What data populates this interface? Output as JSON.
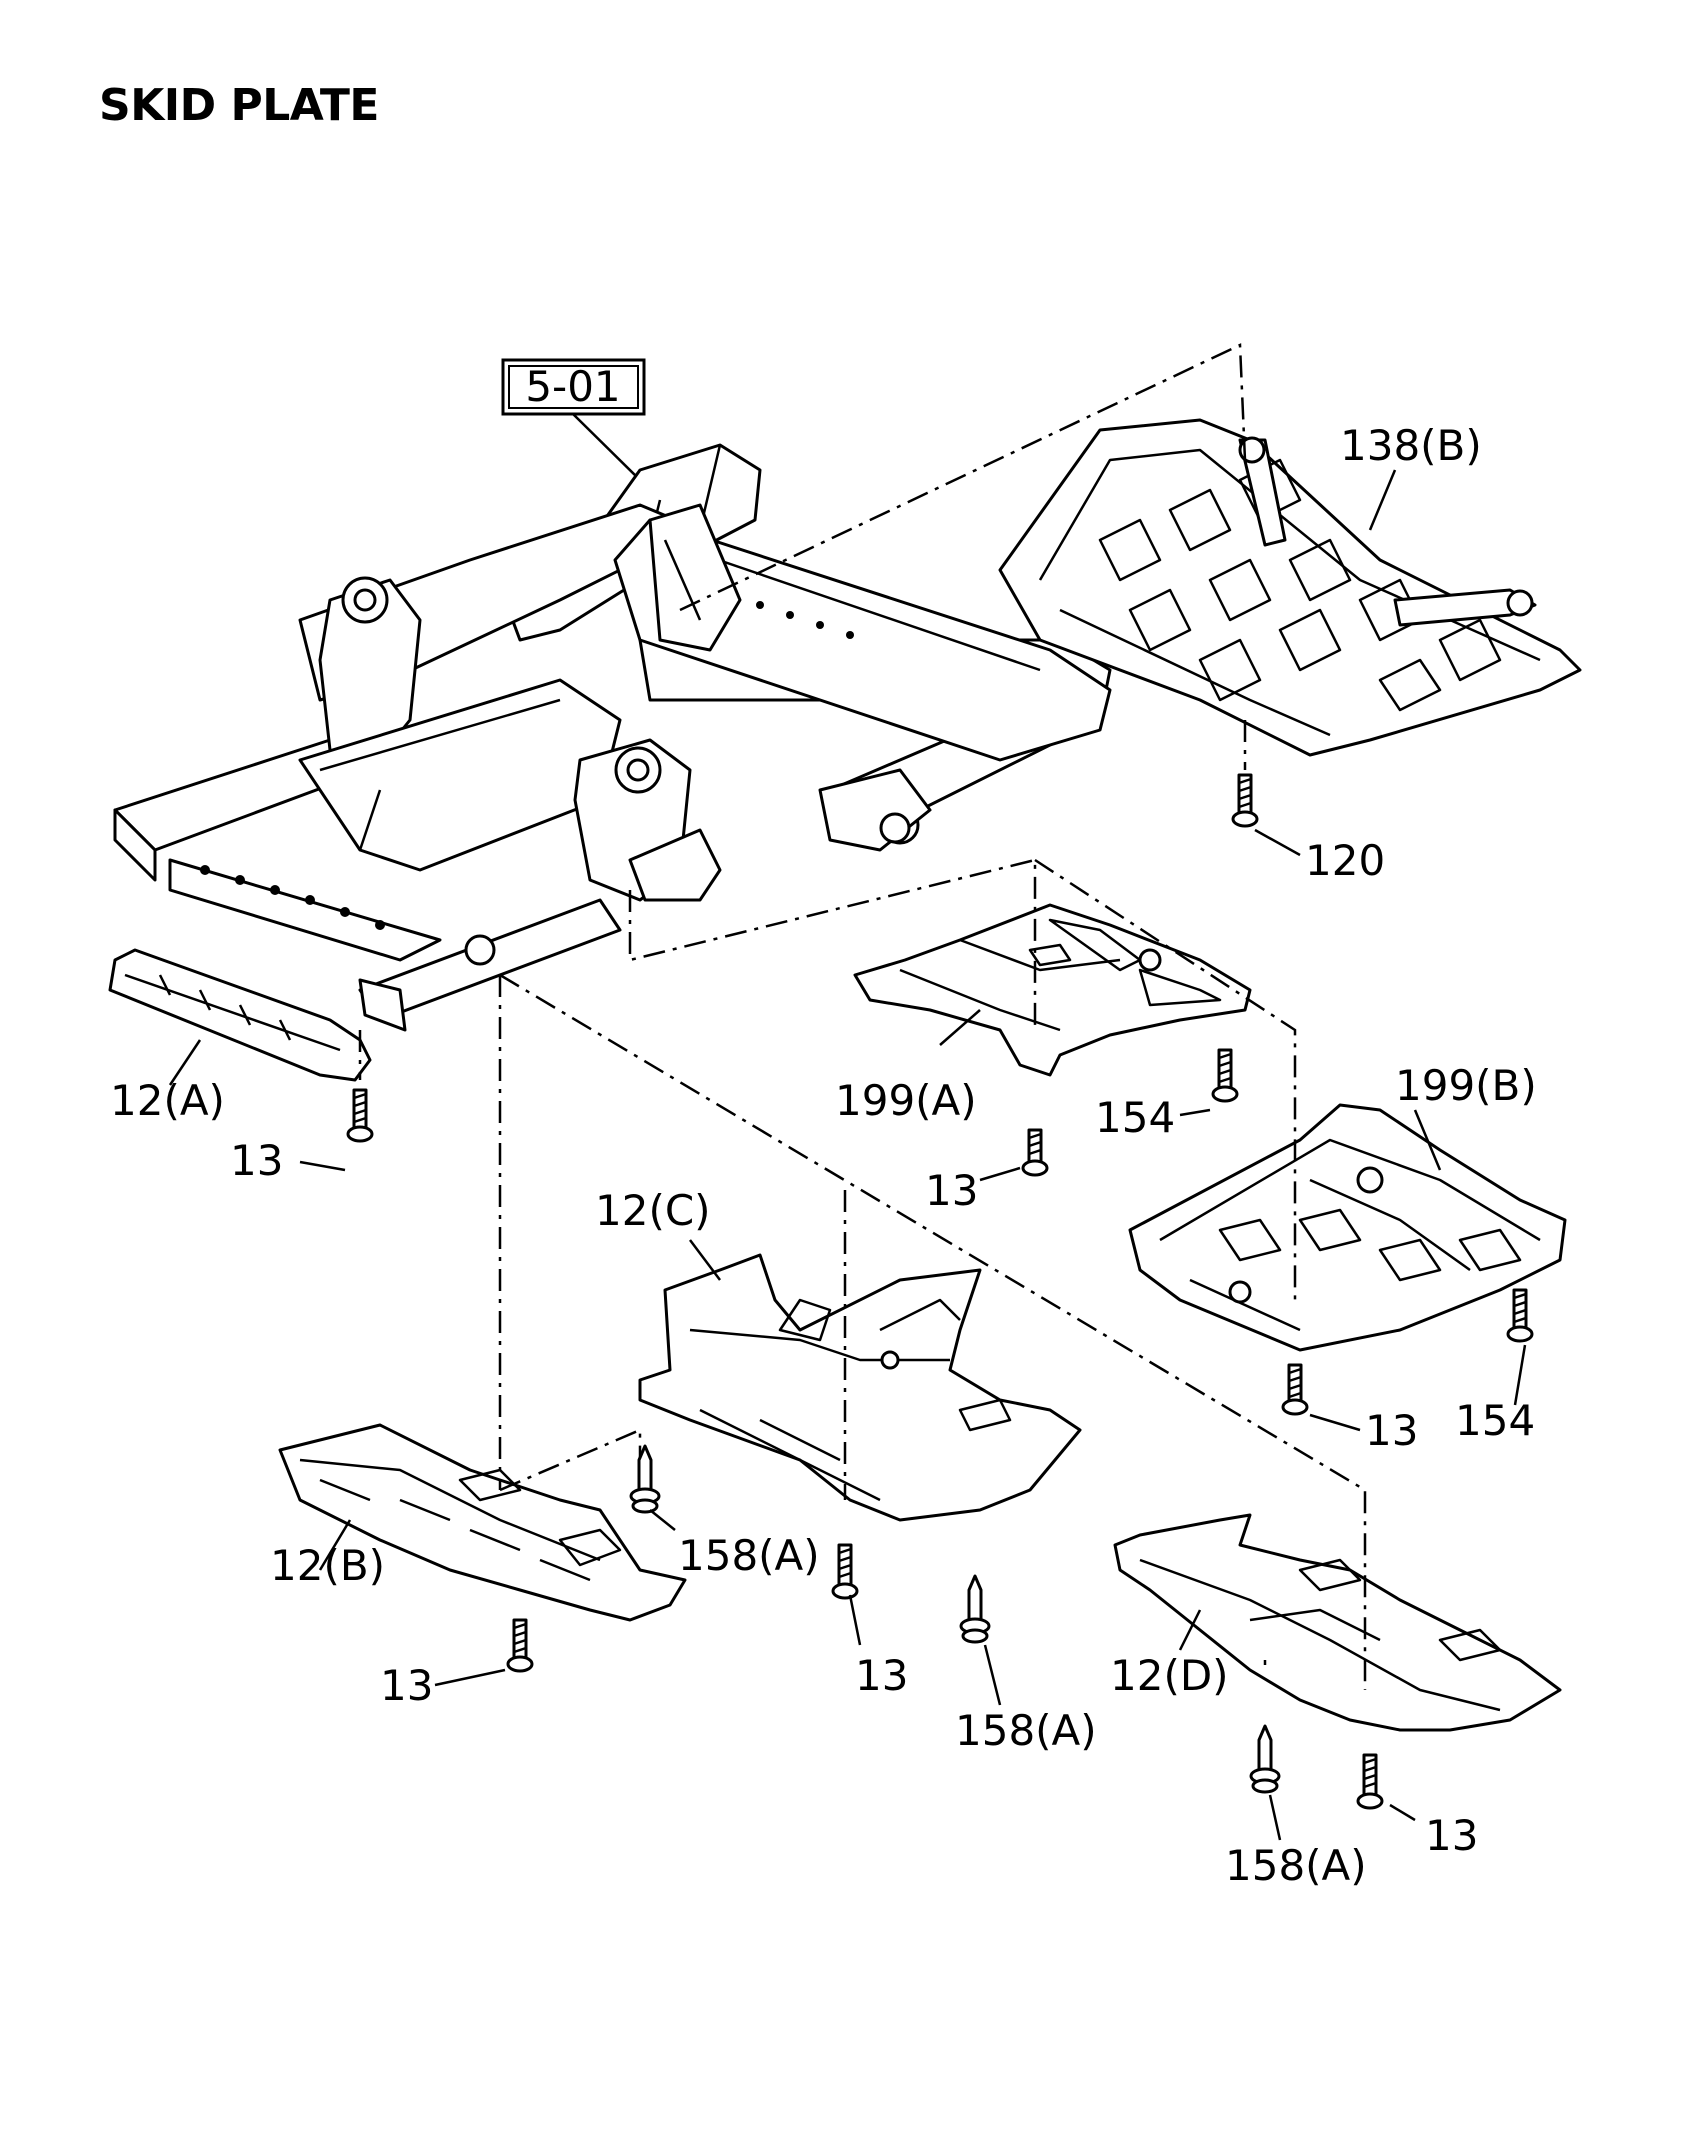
{
  "title": "SKID PLATE",
  "reference_box": "5-01",
  "labels": {
    "p138b": "138(B)",
    "p120": "120",
    "p12a": "12(A)",
    "p13_a": "13",
    "p199a": "199(A)",
    "p154_a": "154",
    "p13_b": "13",
    "p199b": "199(B)",
    "p12c": "12(C)",
    "p13_c": "13",
    "p154_b": "154",
    "p12b": "12(B)",
    "p158a_1": "158(A)",
    "p13_d": "13",
    "p13_e": "13",
    "p158a_2": "158(A)",
    "p12d": "12(D)",
    "p158a_3": "158(A)",
    "p13_f": "13"
  }
}
